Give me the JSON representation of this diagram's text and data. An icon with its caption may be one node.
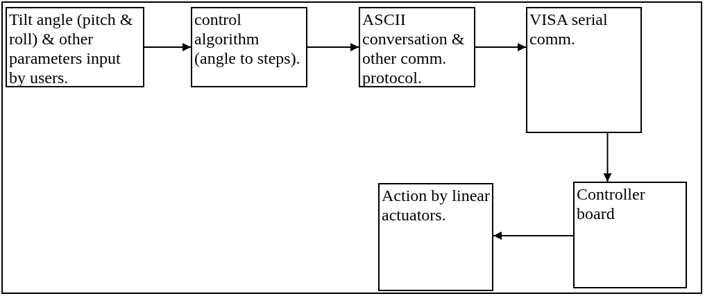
{
  "diagram": {
    "nodes": [
      {
        "text": [
          "Tilt angle (pitch & roll) & other parameters input by users."
        ]
      },
      {
        "text": [
          "control algorithm (angle to steps)."
        ]
      },
      {
        "text": [
          "ASCII conversation & other comm. protocol."
        ]
      },
      {
        "text": [
          "VISA serial comm."
        ]
      },
      {
        "text": [
          "Controller board"
        ]
      },
      {
        "text": [
          "Action by linear actuators."
        ]
      }
    ],
    "edges": [
      {
        "from": 0,
        "to": 1,
        "arrow": "to"
      },
      {
        "from": 1,
        "to": 2,
        "arrow": "to"
      },
      {
        "from": 2,
        "to": 3,
        "arrow": "to"
      },
      {
        "from": 3,
        "to": 4,
        "arrow": "to"
      },
      {
        "from": 4,
        "to": 5,
        "arrow": "to"
      }
    ]
  }
}
